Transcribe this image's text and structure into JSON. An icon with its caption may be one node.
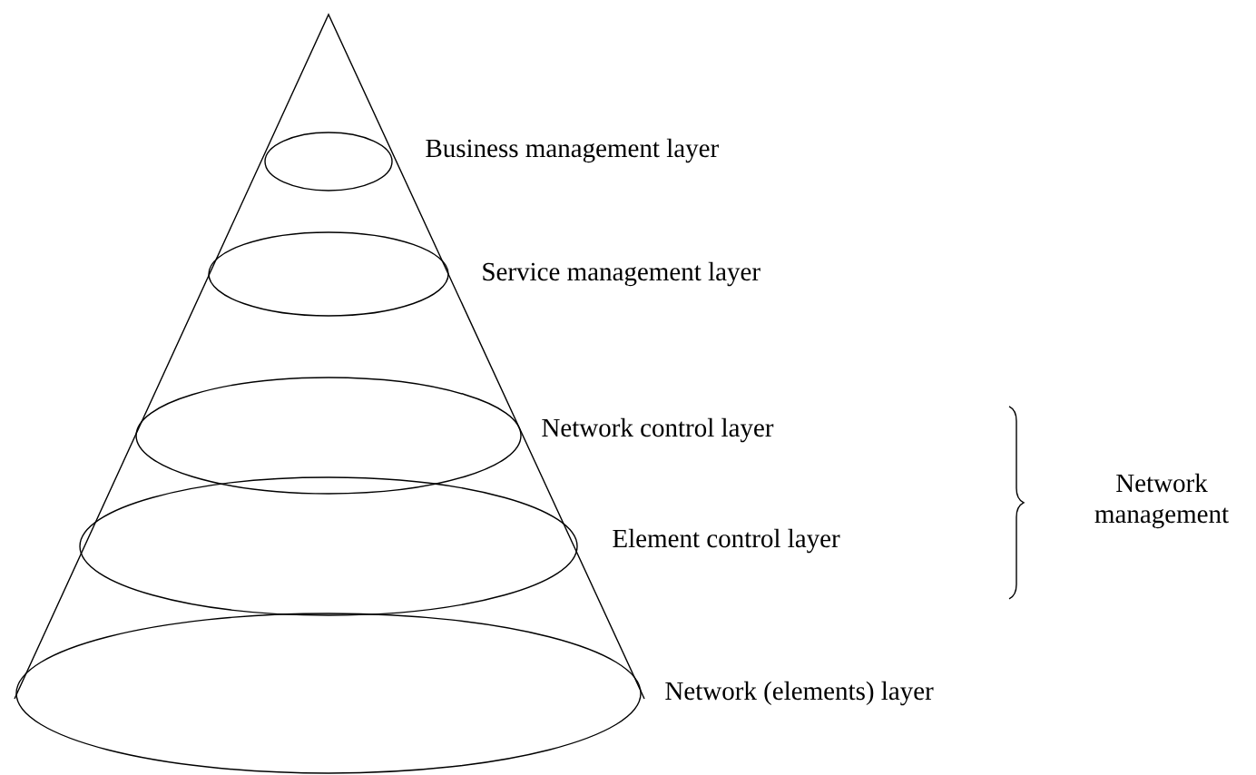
{
  "diagram": {
    "nodes": [
      {
        "text": [],
        "shape": "ellipse",
        "beside": [
          "Business management layer"
        ]
      },
      {
        "text": [],
        "shape": "ellipse",
        "beside": [
          "Service management layer"
        ]
      },
      {
        "text": [],
        "shape": "ellipse",
        "beside": [
          "Network control layer"
        ]
      },
      {
        "text": [],
        "shape": "ellipse",
        "beside": [
          "Element control layer"
        ]
      },
      {
        "text": [],
        "shape": "ellipse",
        "beside": [
          "Network (elements) layer"
        ]
      }
    ],
    "labels": [
      "Network management"
    ]
  }
}
